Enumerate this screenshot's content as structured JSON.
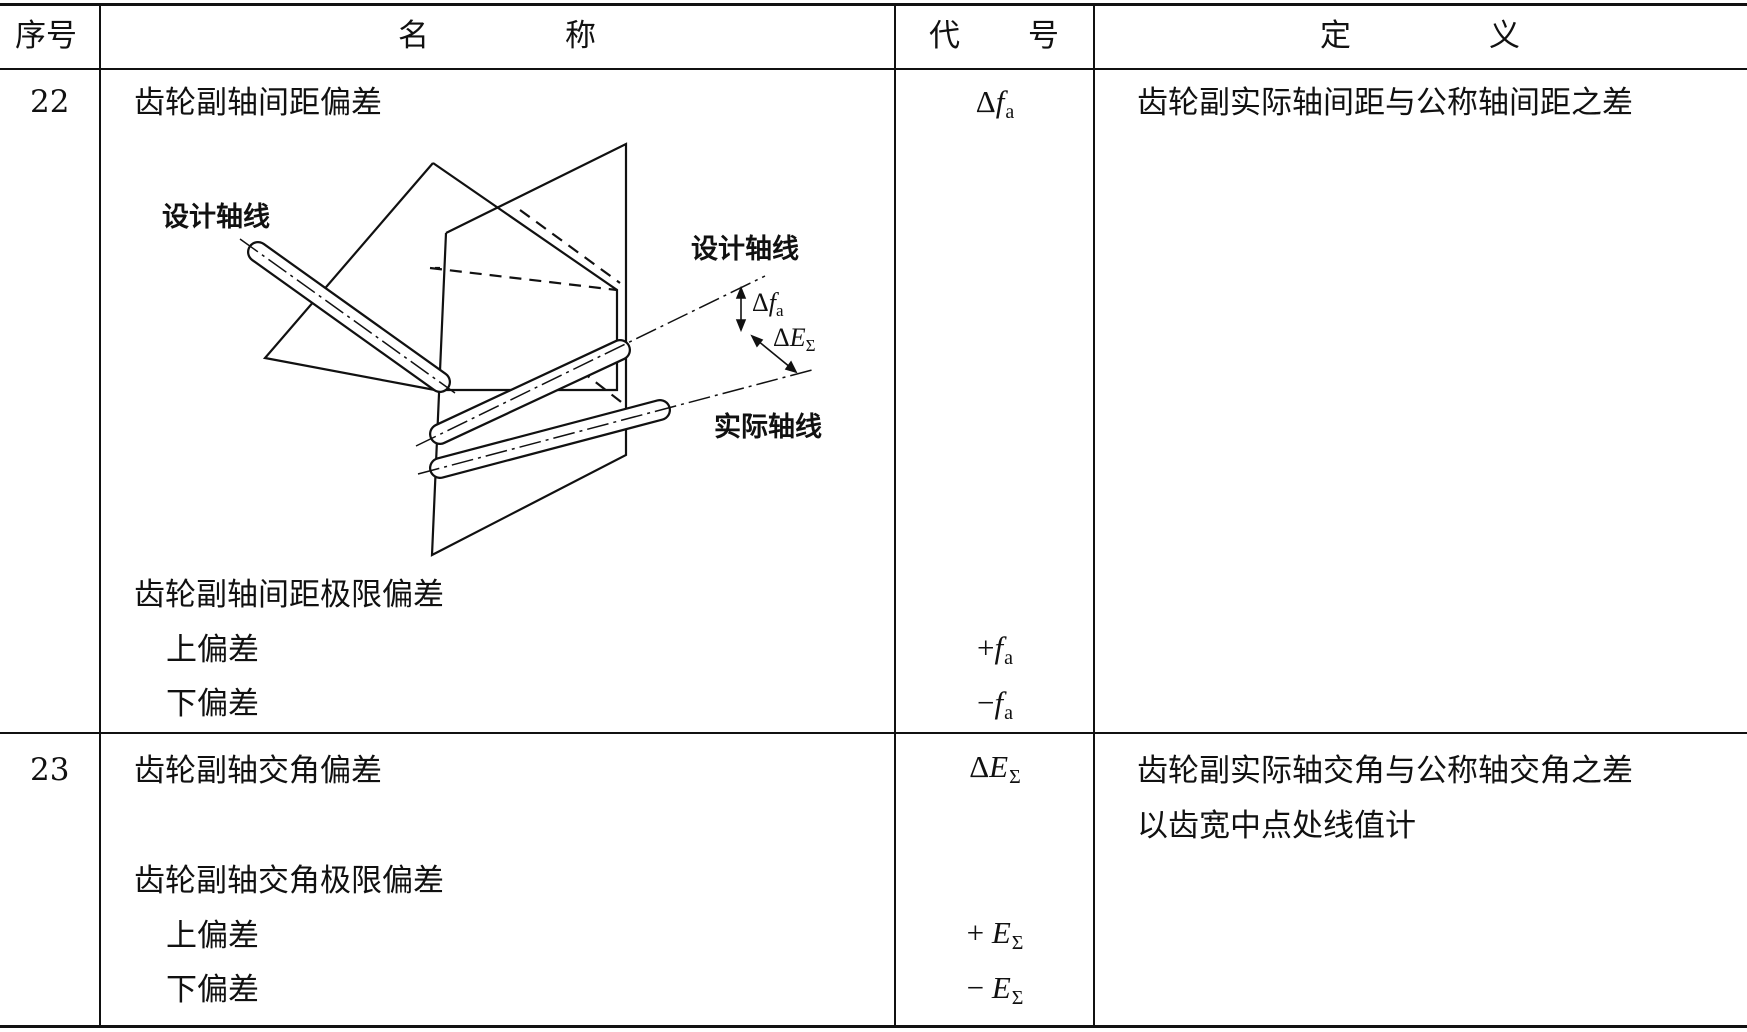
{
  "header": {
    "no": "序号",
    "name_chars": [
      "名",
      "称"
    ],
    "code_chars": [
      "代",
      "号"
    ],
    "def_chars": [
      "定",
      "义"
    ]
  },
  "rows": [
    {
      "no": "22",
      "name": "齿轮副轴间距偏差",
      "code": {
        "prefix": "Δ",
        "var": "f",
        "sub": "a"
      },
      "definition": [
        "齿轮副实际轴间距与公称轴间距之差"
      ],
      "figure": {
        "labels": {
          "design_axis_left": "设计轴线",
          "design_axis_right": "设计轴线",
          "actual_axis": "实际轴线",
          "delta_fa": {
            "prefix": "Δ",
            "var": "f",
            "sub": "a"
          },
          "delta_esigma": {
            "prefix": "Δ",
            "var": "E",
            "sub": "Σ"
          }
        }
      },
      "limit_title": "齿轮副轴间距极限偏差",
      "upper_label": "上偏差",
      "upper_code": {
        "prefix": "+",
        "var": "f",
        "sub": "a"
      },
      "lower_label": "下偏差",
      "lower_code": {
        "prefix": "−",
        "var": "f",
        "sub": "a"
      }
    },
    {
      "no": "23",
      "name": "齿轮副轴交角偏差",
      "code": {
        "prefix": "Δ",
        "var": "E",
        "sub": "Σ"
      },
      "definition": [
        "齿轮副实际轴交角与公称轴交角之差",
        "以齿宽中点处线值计"
      ],
      "limit_title": "齿轮副轴交角极限偏差",
      "upper_label": "上偏差",
      "upper_code": {
        "prefix": "+",
        "var": "E",
        "sub": "Σ"
      },
      "lower_label": "下偏差",
      "lower_code": {
        "prefix": "−",
        "var": "E",
        "sub": "Σ"
      }
    }
  ]
}
